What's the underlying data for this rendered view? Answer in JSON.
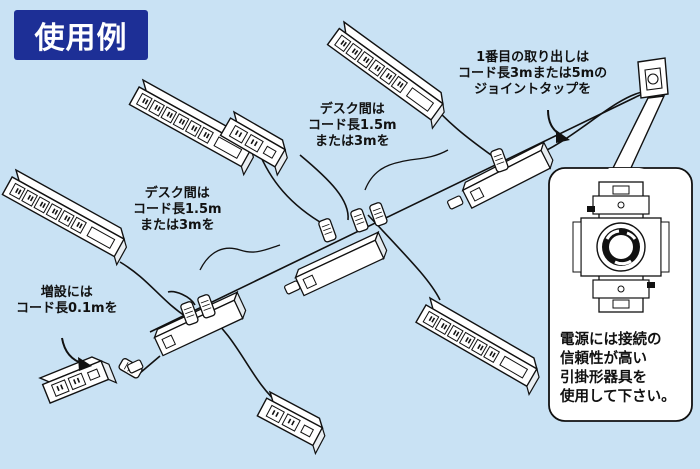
{
  "title": "使用例",
  "labels": {
    "extension": [
      "増設には",
      "コード長0.1mを"
    ],
    "desk_left": [
      "デスク間は",
      "コード長1.5m",
      "または3mを"
    ],
    "desk_center": [
      "デスク間は",
      "コード長1.5m",
      "または3mを"
    ],
    "first_branch": [
      "1番目の取り出しは",
      "コード長3mまたは5mの",
      "ジョイントタップを"
    ],
    "power_note": [
      "電源には接続の",
      "信頼性が高い",
      "引掛形器具を",
      "使用して下さい。"
    ]
  },
  "colors": {
    "background": "#c9e2f4",
    "title_badge": "#1d2f96",
    "title_text": "#ffffff",
    "line": "#111111",
    "panel": "#ffffff"
  },
  "icons": [
    "power-strip-icon",
    "locking-wall-outlet-icon",
    "twist-lock-plug-icon",
    "wall-socket-icon"
  ]
}
